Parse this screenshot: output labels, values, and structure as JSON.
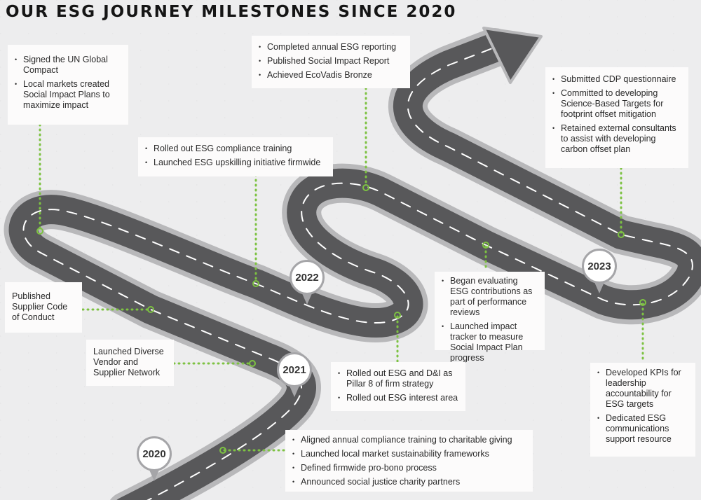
{
  "title": "OUR ESG JOURNEY MILESTONES SINCE 2020",
  "years": [
    "2020",
    "2021",
    "2022",
    "2023"
  ],
  "colors": {
    "accent": "#7dc242",
    "road": "#58585a",
    "road_edge": "#b8b8ba"
  },
  "milestones": {
    "un": [
      "Signed the  UN Global Compact",
      "Local markets created Social Impact Plans to maximize impact"
    ],
    "reporting": [
      "Completed annual ESG reporting",
      "Published Social Impact Report",
      "Achieved EcoVadis Bronze"
    ],
    "training": [
      "Rolled out ESG compliance training",
      "Launched ESG upskilling initiative firmwide"
    ],
    "cdp": [
      "Submitted CDP questionnaire",
      "Committed to developing Science-Based Targets for footprint offset mitigation",
      "Retained external consultants to assist with developing carbon offset plan"
    ],
    "supplier_code": "Published Supplier Code of Conduct",
    "diverse_vendor": "Launched Diverse Vendor and Supplier Network",
    "evaluating": [
      "Began evaluating ESG contributions as part of performance reviews",
      "Launched impact tracker to measure Social Impact Plan progress"
    ],
    "pillar": [
      "Rolled out ESG and D&I as Pillar 8 of firm strategy",
      "Rolled out ESG interest area"
    ],
    "kpis": [
      "Developed KPIs for leadership accountability for ESG targets",
      "Dedicated ESG communications support resource"
    ],
    "compliance": [
      "Aligned annual compliance training to charitable giving",
      "Launched local market sustainability frameworks",
      "Defined firmwide pro-bono process",
      "Announced social justice charity partners"
    ]
  }
}
